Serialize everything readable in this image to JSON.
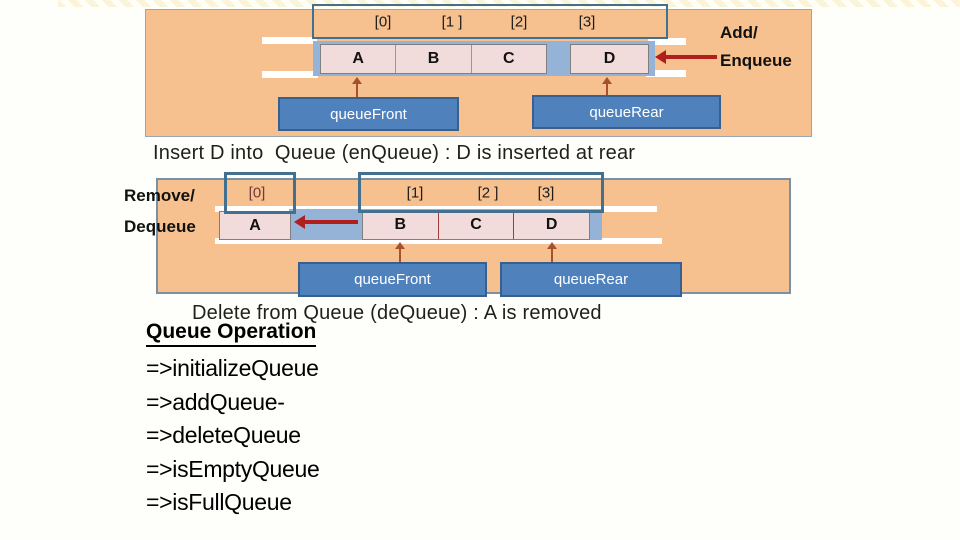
{
  "colors": {
    "panel_orange": "#F6C18F",
    "queue_strip_blue": "#95B3D7",
    "cell_pink": "#F2DCDB",
    "label_box_blue": "#4F81BD",
    "enqueue_arrow_red": "#B01E1E",
    "pointer_arrow_brown": "#A3512F",
    "index_box_border": "#44708F"
  },
  "enqueue_diagram": {
    "indices": [
      "[0]",
      "[1 ]",
      "[2]",
      "[3]"
    ],
    "cells": [
      "A",
      "B",
      "C",
      "D"
    ],
    "front_label": "queueFront",
    "rear_label": "queueRear",
    "action_line1": "Add/",
    "action_line2": "Enqueue"
  },
  "enqueue_caption": "Insert D into  Queue (enQueue) : D is inserted at rear",
  "dequeue_diagram": {
    "indices": [
      "[0]",
      "[1]",
      "[2 ]",
      "[3]"
    ],
    "cells": [
      "A",
      "B",
      "C",
      "D"
    ],
    "front_label": "queueFront",
    "rear_label": "queueRear",
    "action_line1": "Remove/",
    "action_line2": "Dequeue"
  },
  "dequeue_caption": "Delete from Queue (deQueue) : A is removed",
  "operations": {
    "title": "Queue Operation",
    "items": [
      "=>initializeQueue",
      "=>addQueue-",
      "=>deleteQueue",
      "=>isEmptyQueue",
      "=>isFullQueue"
    ]
  }
}
